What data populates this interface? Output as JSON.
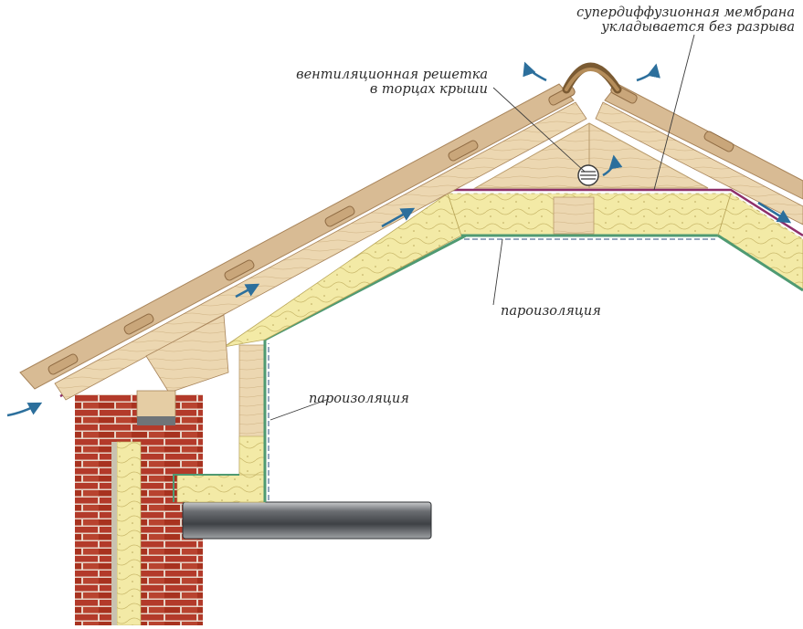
{
  "diagram": {
    "labels": {
      "membrane_line1": "супердиффузионная мембрана",
      "membrane_line2": "укладывается без разрыва",
      "vent_line1": "вентиляционная решетка",
      "vent_line2": "в торцах крыши",
      "vapor_ceiling": "пароизоляция",
      "vapor_wall": "пароизоляция"
    },
    "colors": {
      "tile": "#d8bb94",
      "tile_dark": "#a8845a",
      "insulation": "#f3eaa6",
      "insulation_pattern": "#c9b86a",
      "brick": "#b33a2a",
      "brick_mortar": "#e7d3c6",
      "wood": "#e9d3ad",
      "membrane": "#8e2f6a",
      "vapor_barrier": "#4f9a72",
      "airflow_arrow": "#2c6f9c",
      "beam": "#55585c"
    },
    "icons": [
      "ventilation-grille-icon",
      "airflow-arrow-icon",
      "ridge-vent-icon"
    ]
  }
}
